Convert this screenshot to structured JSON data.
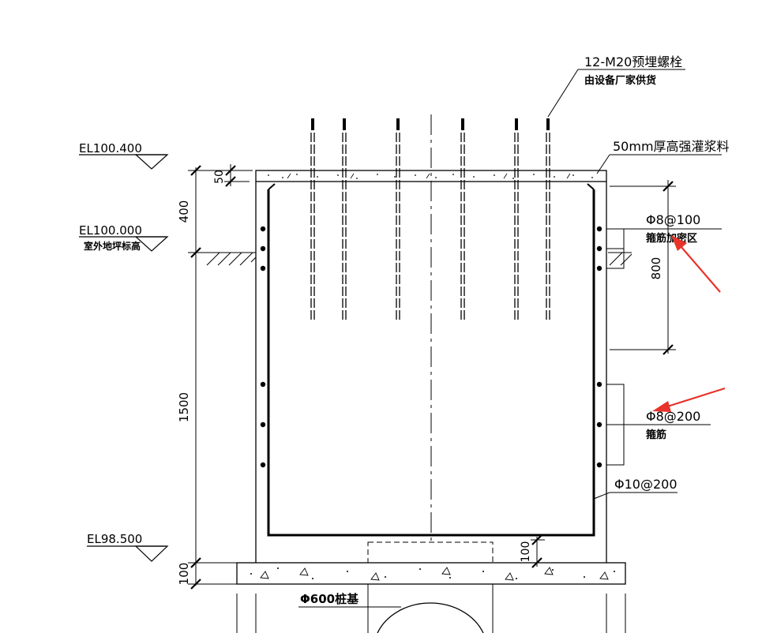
{
  "colors": {
    "line": "#000000",
    "arrow": "#e8332a",
    "background": "#ffffff"
  },
  "elevations": {
    "top": "EL100.400",
    "ground": "EL100.000",
    "ground_note": "室外地坪标高",
    "bottom": "EL98.500"
  },
  "dimensions": {
    "grout": "50",
    "above_ground": "400",
    "depth": "1500",
    "base": "100",
    "dense_zone": "800",
    "cover": "100"
  },
  "callouts": {
    "bolts_line1": "12-M20预埋螺栓",
    "bolts_line2": "由设备厂家供货",
    "grout": "50mm厚高强灌浆料",
    "dense_stirrup_spec": "Φ8@100",
    "dense_stirrup_note": "箍筋加密区",
    "stirrup_spec": "Φ8@200",
    "stirrup_note": "箍筋",
    "main_bar": "Φ10@200",
    "pile": "Φ600桩基"
  }
}
